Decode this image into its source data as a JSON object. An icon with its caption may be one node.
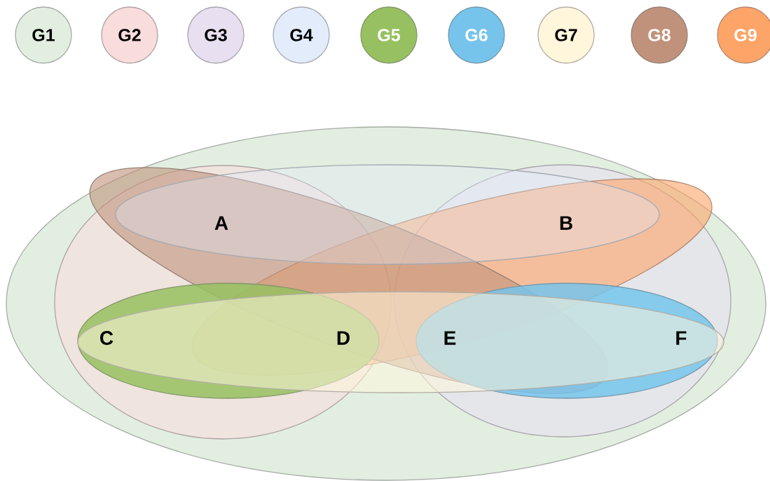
{
  "diagram": {
    "labels": [
      "A",
      "B",
      "C",
      "D",
      "E",
      "F"
    ],
    "legend": [
      {
        "text": "G1",
        "color": "#e2efe0"
      },
      {
        "text": "G2",
        "color": "#f9dcdc"
      },
      {
        "text": "G3",
        "color": "#e8dff0"
      },
      {
        "text": "G4",
        "color": "#e2ecfb"
      },
      {
        "text": "G5",
        "color": "#97c160"
      },
      {
        "text": "G6",
        "color": "#76c4ec"
      },
      {
        "text": "G7",
        "color": "#fff6dc"
      },
      {
        "text": "G8",
        "color": "#c0927b"
      },
      {
        "text": "G9",
        "color": "#fda468"
      }
    ]
  }
}
